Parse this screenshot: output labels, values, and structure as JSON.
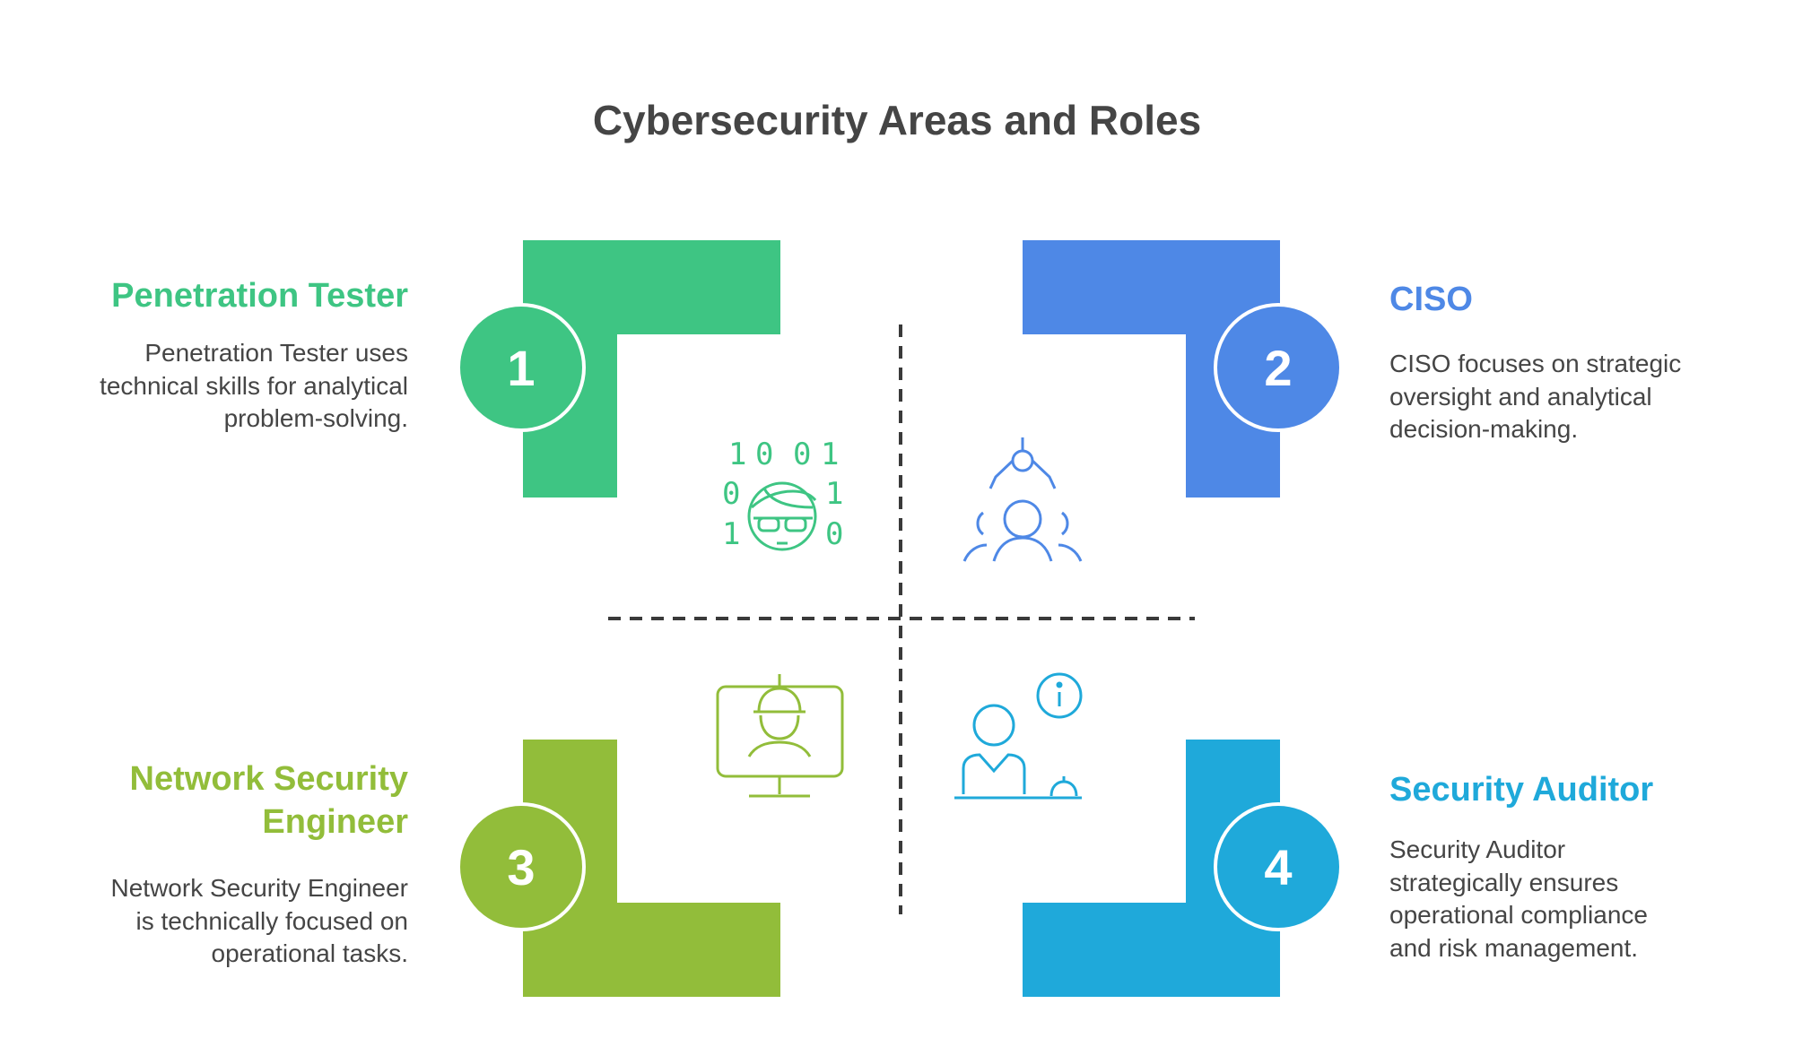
{
  "title": "Cybersecurity Areas and Roles",
  "quadrants": [
    {
      "number": "1",
      "title": "Penetration Tester",
      "description": "Penetration Tester uses technical skills for analytical problem-solving.",
      "color": "#3EC583",
      "icon": "hacker-binary-icon"
    },
    {
      "number": "2",
      "title": "CISO",
      "description": "CISO focuses on strategic oversight and analytical decision-making.",
      "color": "#4E88E6",
      "icon": "leader-team-icon"
    },
    {
      "number": "3",
      "title": "Network Security Engineer",
      "description": "Network Security Engineer is technically focused on operational tasks.",
      "color": "#92BD3A",
      "icon": "engineer-monitor-icon"
    },
    {
      "number": "4",
      "title": "Security Auditor",
      "description": "Security Auditor strategically ensures operational compliance and risk management.",
      "color": "#1FA9DA",
      "icon": "auditor-info-icon"
    }
  ]
}
